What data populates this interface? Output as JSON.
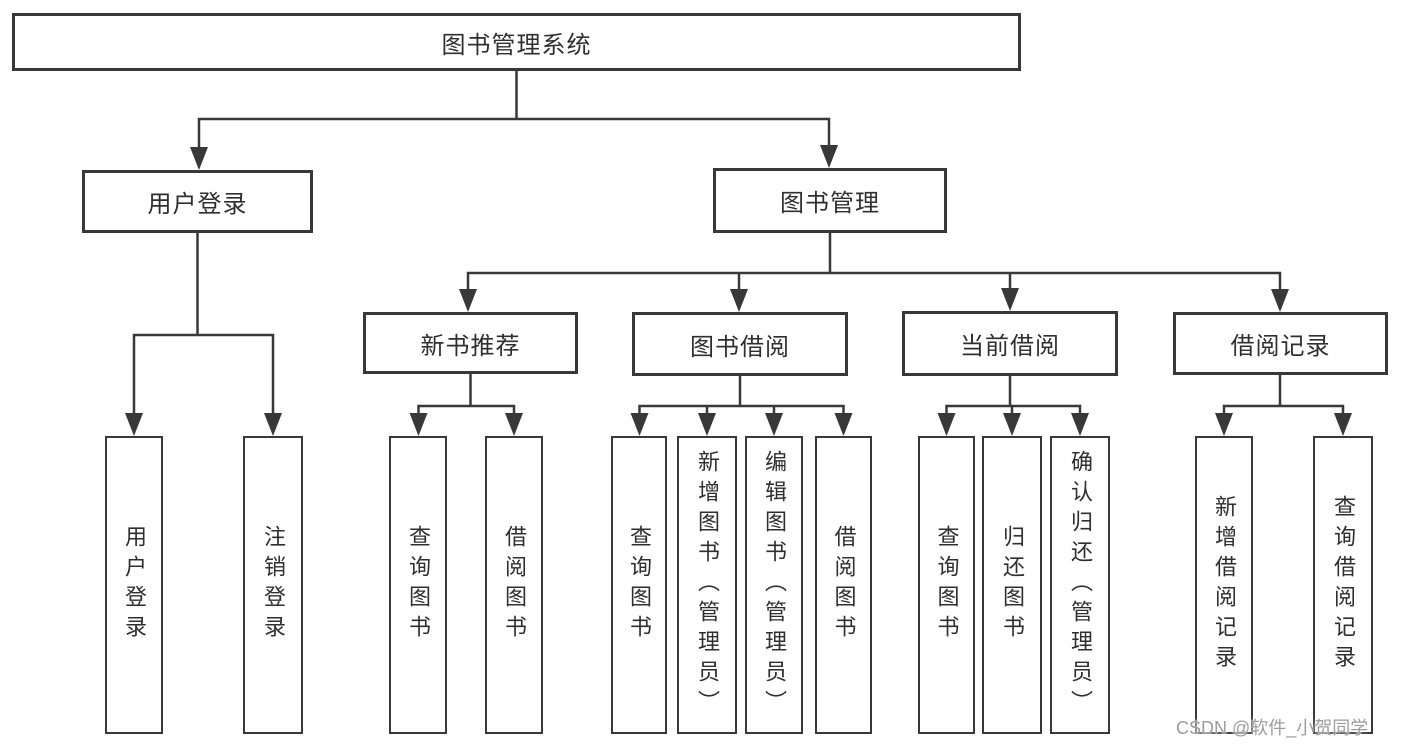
{
  "diagram_type": "hierarchy-diagram",
  "watermark": {
    "text": "CSDN @软件_小贺同学"
  },
  "colors": {
    "background": "#ffffff",
    "line": "#383838",
    "text": "#2f2f2f",
    "watermark": "#9c9c9c"
  },
  "nodes": {
    "root": {
      "label": "图书管理系统",
      "children": [
        "user_login",
        "book_management"
      ]
    },
    "user_login": {
      "label": "用户登录",
      "children": [
        "leaf_user_login",
        "leaf_logout"
      ]
    },
    "book_management": {
      "label": "图书管理",
      "children": [
        "new_book_rec",
        "book_borrow",
        "current_borrow",
        "borrow_records"
      ]
    },
    "new_book_rec": {
      "label": "新书推荐",
      "children": [
        "nb_query",
        "nb_borrow"
      ]
    },
    "book_borrow": {
      "label": "图书借阅",
      "children": [
        "bb_query",
        "bb_add",
        "bb_edit",
        "bb_borrow"
      ]
    },
    "current_borrow": {
      "label": "当前借阅",
      "children": [
        "cb_query",
        "cb_return",
        "cb_confirm"
      ]
    },
    "borrow_records": {
      "label": "借阅记录",
      "children": [
        "br_add",
        "br_query"
      ]
    },
    "leaf_user_login": {
      "label": "用户登录"
    },
    "leaf_logout": {
      "label": "注销登录"
    },
    "nb_query": {
      "label": "查询图书"
    },
    "nb_borrow": {
      "label": "借阅图书"
    },
    "bb_query": {
      "label": "查询图书"
    },
    "bb_add": {
      "label": "新增图书（管理员）"
    },
    "bb_edit": {
      "label": "编辑图书（管理员）"
    },
    "bb_borrow": {
      "label": "借阅图书"
    },
    "cb_query": {
      "label": "查询图书"
    },
    "cb_return": {
      "label": "归还图书"
    },
    "cb_confirm": {
      "label": "确认归还（管理员）"
    },
    "br_add": {
      "label": "新增借阅记录"
    },
    "br_query": {
      "label": "查询借阅记录"
    }
  }
}
